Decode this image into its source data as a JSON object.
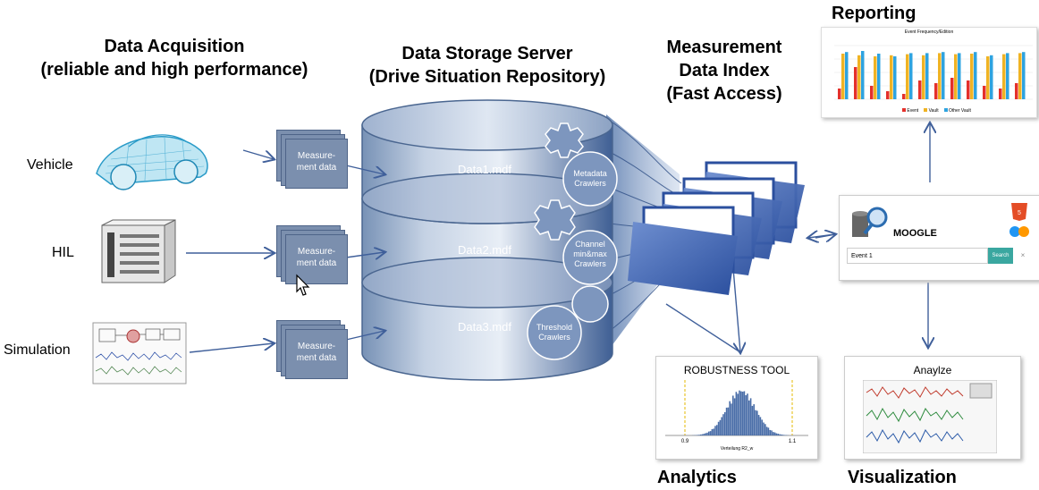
{
  "headings": {
    "acquisition_line1": "Data Acquisition",
    "acquisition_line2": "(reliable and high performance)",
    "storage_line1": "Data Storage Server",
    "storage_line2": "(Drive Situation Repository)",
    "index_line1": "Measurement",
    "index_line2": "Data Index",
    "index_line3": "(Fast Access)",
    "reporting": "Reporting",
    "analytics": "Analytics",
    "visualization": "Visualization"
  },
  "sources": [
    {
      "label": "Vehicle",
      "icon": "car-wireframe-icon"
    },
    {
      "label": "HIL",
      "icon": "hil-rack-icon"
    },
    {
      "label": "Simulation",
      "icon": "simulation-screen-icon"
    }
  ],
  "measurement_cards": [
    {
      "line1": "Measure-",
      "line2": "ment data"
    },
    {
      "line1": "Measure-",
      "line2": "ment data"
    },
    {
      "line1": "Measure-",
      "line2": "ment data"
    }
  ],
  "files": [
    "Data1.mdf",
    "Data2.mdf",
    "Data3.mdf"
  ],
  "crawlers": [
    {
      "line1": "Metadata",
      "line2": "Crawlers",
      "line3": ""
    },
    {
      "line1": "Channel",
      "line2": "min&max",
      "line3": "Crawlers"
    },
    {
      "line1": "Threshold",
      "line2": "Crawlers",
      "line3": ""
    }
  ],
  "search_app": {
    "name": "MOOGLE",
    "input_value": "Event 1",
    "search_label": "Search",
    "clear_label": "×"
  },
  "reporting_chart": {
    "title": "Event Frequency/Edition",
    "legend": [
      "Event",
      "Vault",
      "Other Vault"
    ]
  },
  "robustness_tool": {
    "title": "ROBUSTNESS TOOL",
    "xlabel": "Verteilung R2_w",
    "tick_left": "0.9",
    "tick_right": "1.1"
  },
  "analyze": {
    "title": "Anaylze"
  },
  "colors": {
    "cylinder_dark": "#6f8cb4",
    "cylinder_light": "#e9eef6",
    "card_fill": "#7b8fae",
    "arrow": "#3f5f9a",
    "search_button": "#3aa7a0"
  }
}
